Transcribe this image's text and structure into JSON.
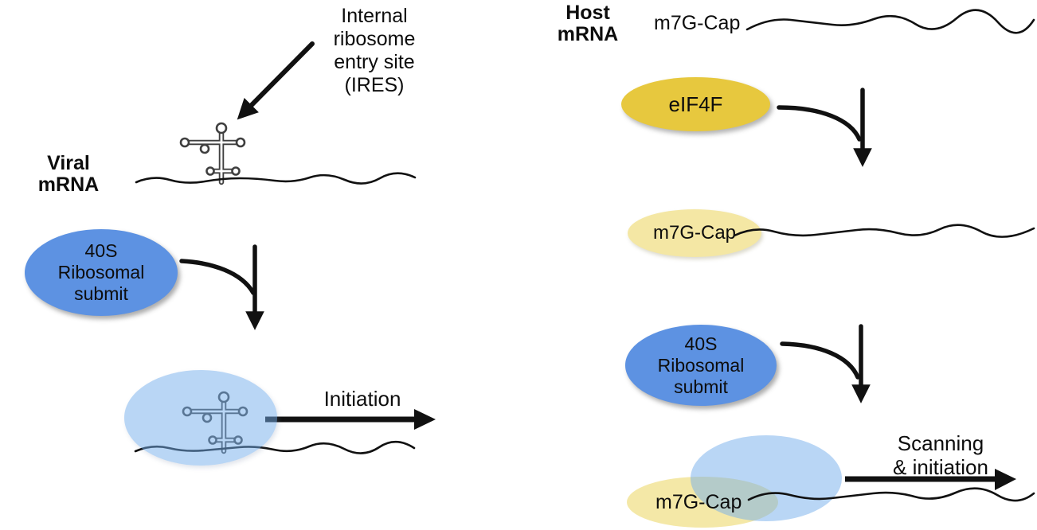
{
  "left_panel": {
    "title": "Viral\nmRNA",
    "ires_label": "Internal\nribosome\nentry site\n(IRES)",
    "ribosome_subunit_label": "40S\nRibosomal\nsubmit",
    "initiation_label": "Initiation"
  },
  "right_panel": {
    "title": "Host\nmRNA",
    "cap_label_top": "m7G-Cap",
    "eif4f_label": "eIF4F",
    "cap_label_mid": "m7G-Cap",
    "ribosome_subunit_label": "40S\nRibosomal\nsubmit",
    "cap_label_bottom": "m7G-Cap",
    "scanning_label": "Scanning\n& initiation"
  },
  "colors": {
    "ribosome_blue": "#5d92e2",
    "ribosome_blue_translucent": "rgba(115,173,235,0.5)",
    "eif4f_gold": "#e7c83e",
    "cap_pale_yellow": "#f4e7a4",
    "cap_yellow_translucent": "rgba(233,209,79,0.5)",
    "line_black": "#111111",
    "stemloop_gray": "#3f3f3f"
  }
}
